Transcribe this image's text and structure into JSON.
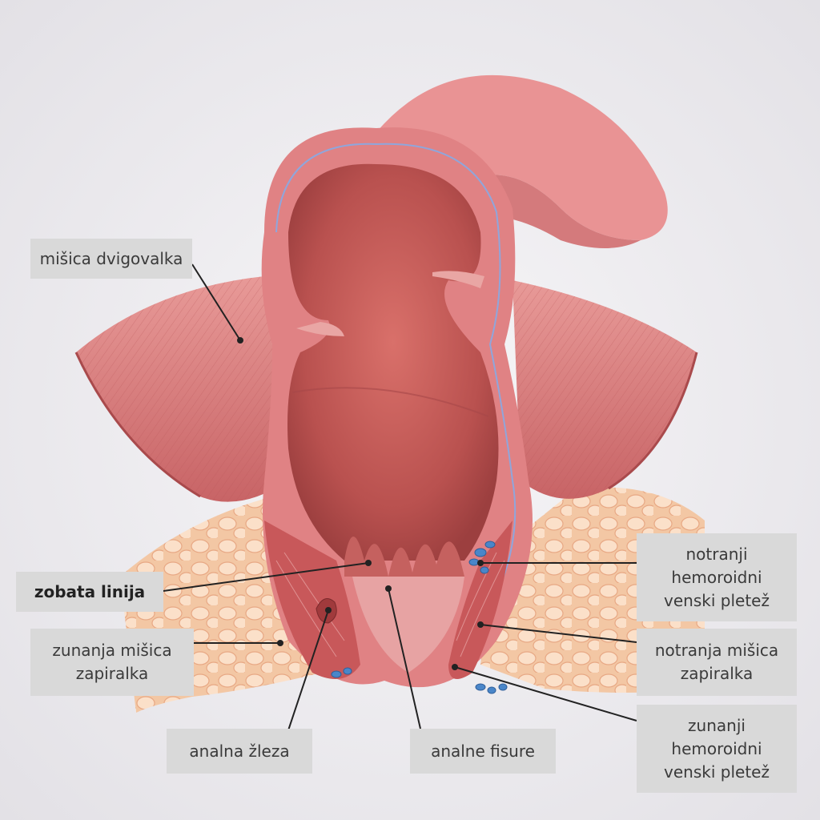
{
  "labels": {
    "levator": "mišica dvigovalka",
    "dentate_line": "zobata linija",
    "external_sphincter": [
      "zunanja mišica",
      "zapiralka"
    ],
    "anal_gland": "analna žleza",
    "anal_fissures": "analne fisure",
    "internal_plexus": [
      "notranji",
      "hemoroidni",
      "venski pletež"
    ],
    "internal_sphincter": [
      "notranja mišica",
      "zapiralka"
    ],
    "external_plexus": [
      "zunanji",
      "hemoroidni",
      "venski pletež"
    ]
  },
  "colors": {
    "background": "#eceaee",
    "label_box": "#d9d9d9",
    "muscle": "#d9787a",
    "mucosa": "#c9625e",
    "fat": "#f6cfae",
    "vein": "#4a86c9",
    "leader_line": "#222222"
  }
}
